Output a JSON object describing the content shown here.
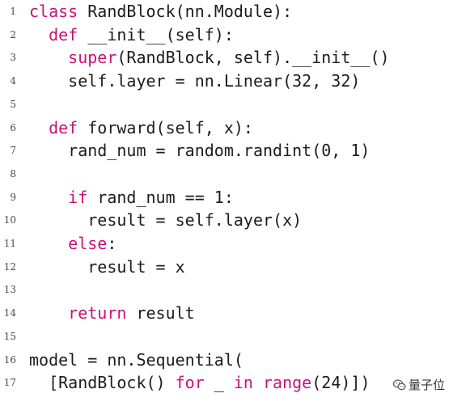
{
  "colors": {
    "keyword": "#c8127a",
    "text": "#1c1c1c",
    "line_number": "#4a4a4a"
  },
  "lines": [
    {
      "n": "1",
      "tokens": [
        {
          "t": "class",
          "k": true
        },
        {
          "t": " RandBlock(nn.Module):",
          "k": false
        }
      ]
    },
    {
      "n": "2",
      "tokens": [
        {
          "t": "  ",
          "k": false
        },
        {
          "t": "def",
          "k": true
        },
        {
          "t": " __init__(self):",
          "k": false
        }
      ]
    },
    {
      "n": "3",
      "tokens": [
        {
          "t": "    ",
          "k": false
        },
        {
          "t": "super",
          "k": true
        },
        {
          "t": "(RandBlock, self).__init__()",
          "k": false
        }
      ]
    },
    {
      "n": "4",
      "tokens": [
        {
          "t": "    self.layer = nn.Linear(32, 32)",
          "k": false
        }
      ]
    },
    {
      "n": "5",
      "tokens": []
    },
    {
      "n": "6",
      "tokens": [
        {
          "t": "  ",
          "k": false
        },
        {
          "t": "def",
          "k": true
        },
        {
          "t": " forward(self, x):",
          "k": false
        }
      ]
    },
    {
      "n": "7",
      "tokens": [
        {
          "t": "    rand_num = random.randint(0, 1)",
          "k": false
        }
      ]
    },
    {
      "n": "8",
      "tokens": []
    },
    {
      "n": "9",
      "tokens": [
        {
          "t": "    ",
          "k": false
        },
        {
          "t": "if",
          "k": true
        },
        {
          "t": " rand_num == 1:",
          "k": false
        }
      ]
    },
    {
      "n": "10",
      "tokens": [
        {
          "t": "      result = self.layer(x)",
          "k": false
        }
      ]
    },
    {
      "n": "11",
      "tokens": [
        {
          "t": "    ",
          "k": false
        },
        {
          "t": "else",
          "k": true
        },
        {
          "t": ":",
          "k": false
        }
      ]
    },
    {
      "n": "12",
      "tokens": [
        {
          "t": "      result = x",
          "k": false
        }
      ]
    },
    {
      "n": "13",
      "tokens": []
    },
    {
      "n": "14",
      "tokens": [
        {
          "t": "    ",
          "k": false
        },
        {
          "t": "return",
          "k": true
        },
        {
          "t": " result",
          "k": false
        }
      ]
    },
    {
      "n": "15",
      "tokens": []
    },
    {
      "n": "16",
      "tokens": [
        {
          "t": "model = nn.Sequential(",
          "k": false
        }
      ]
    },
    {
      "n": "17",
      "tokens": [
        {
          "t": "  [RandBlock() ",
          "k": false
        },
        {
          "t": "for",
          "k": true
        },
        {
          "t": " _ ",
          "k": false
        },
        {
          "t": "in",
          "k": true
        },
        {
          "t": " ",
          "k": false
        },
        {
          "t": "range",
          "k": true
        },
        {
          "t": "(24)])",
          "k": false
        }
      ]
    }
  ],
  "watermark": {
    "icon": "wechat-icon",
    "text": "量子位"
  }
}
